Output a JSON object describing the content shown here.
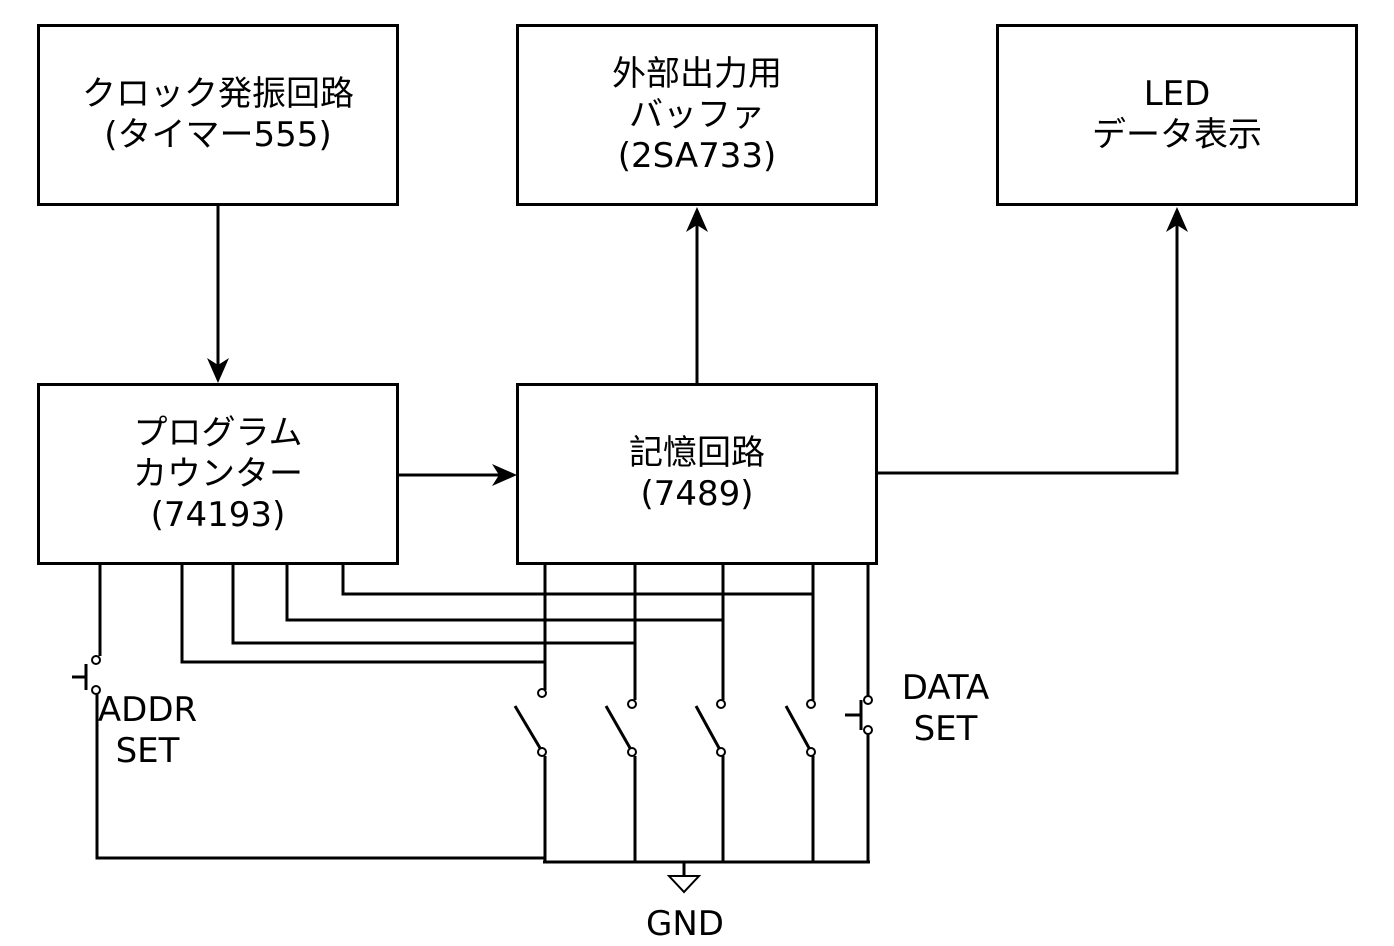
{
  "blocks": {
    "clock": {
      "line1": "クロック発振回路",
      "line2": "(タイマー555)"
    },
    "buffer": {
      "line1": "外部出力用",
      "line2": "バッファ",
      "line3": "(2SA733)"
    },
    "led": {
      "line1": "LED",
      "line2": "データ表示"
    },
    "counter": {
      "line1": "プログラム",
      "line2": "カウンター",
      "line3": "(74193)"
    },
    "memory": {
      "line1": "記憶回路",
      "line2": "(7489)"
    }
  },
  "switches": {
    "addr_set": {
      "line1": "ADDR",
      "line2": "SET"
    },
    "data_set": {
      "line1": "DATA",
      "line2": "SET"
    }
  },
  "ground": {
    "label": "GND"
  }
}
